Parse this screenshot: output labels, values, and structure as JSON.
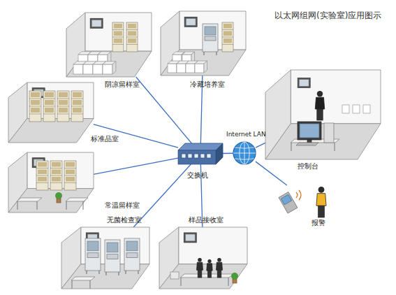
{
  "diagram": {
    "title": "以太网组网(实验室)应用图示",
    "nodes": [
      {
        "text": [
          "阴凉留样室"
        ]
      },
      {
        "text": [
          "冷藏培养室"
        ]
      },
      {
        "text": [
          "控制台"
        ]
      },
      {
        "text": [
          "标准品室"
        ]
      },
      {
        "text": [
          "Internet LAN"
        ]
      },
      {
        "text": [
          "交换机"
        ]
      },
      {
        "text": [
          "常温留样室"
        ]
      },
      {
        "text": [
          "报警"
        ]
      },
      {
        "text": [
          "无菌检查室"
        ]
      },
      {
        "text": [
          "样品接收室"
        ]
      }
    ],
    "edges": [
      {
        "from": 5,
        "to": 0,
        "arrow": "none"
      },
      {
        "from": 5,
        "to": 1,
        "arrow": "none"
      },
      {
        "from": 5,
        "to": 3,
        "arrow": "none"
      },
      {
        "from": 5,
        "to": 6,
        "arrow": "none"
      },
      {
        "from": 5,
        "to": 8,
        "arrow": "none"
      },
      {
        "from": 5,
        "to": 9,
        "arrow": "none"
      },
      {
        "from": 5,
        "to": 4,
        "arrow": "none"
      },
      {
        "from": 4,
        "to": 2,
        "arrow": "none"
      },
      {
        "from": 4,
        "to": 7,
        "arrow": "none"
      }
    ]
  }
}
